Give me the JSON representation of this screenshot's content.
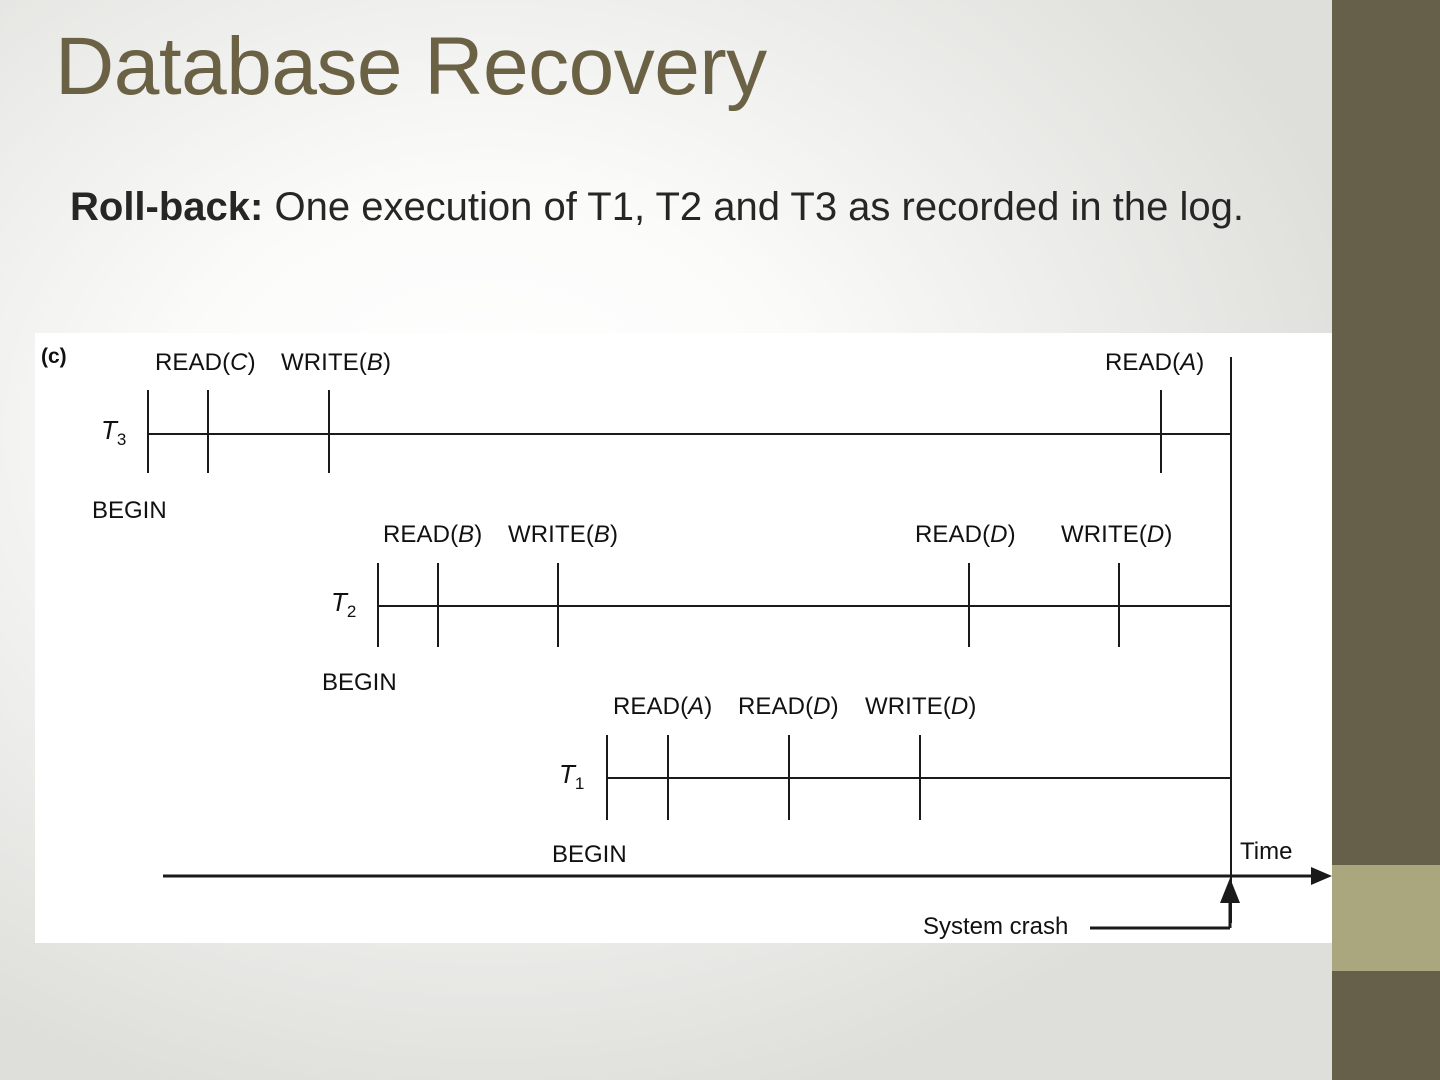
{
  "slide": {
    "title": "Database Recovery",
    "body_lead": "Roll-back:",
    "body_rest": " One execution of T1, T2 and T3 as recorded in the log.",
    "title_color": "#6B6246",
    "body_color": "#262626",
    "accent_dark": "#665F49",
    "accent_light": "#AAA67E"
  },
  "figure": {
    "part_label": "(c)",
    "time_axis_label": "Time",
    "crash_label": "System crash",
    "begin_label": "BEGIN",
    "transactions": [
      {
        "name": "T",
        "subscript": "3",
        "label_full": "T3",
        "begin": "BEGIN",
        "operations": [
          {
            "op": "READ",
            "arg": "C",
            "text": "READ(C)"
          },
          {
            "op": "WRITE",
            "arg": "B",
            "text": "WRITE(B)"
          },
          {
            "op": "READ",
            "arg": "A",
            "text": "READ(A)"
          }
        ]
      },
      {
        "name": "T",
        "subscript": "2",
        "label_full": "T2",
        "begin": "BEGIN",
        "operations": [
          {
            "op": "READ",
            "arg": "B",
            "text": "READ(B)"
          },
          {
            "op": "WRITE",
            "arg": "B",
            "text": "WRITE(B)"
          },
          {
            "op": "READ",
            "arg": "D",
            "text": "READ(D)"
          },
          {
            "op": "WRITE",
            "arg": "D",
            "text": "WRITE(D)"
          }
        ]
      },
      {
        "name": "T",
        "subscript": "1",
        "label_full": "T1",
        "begin": "BEGIN",
        "operations": [
          {
            "op": "READ",
            "arg": "A",
            "text": "READ(A)"
          },
          {
            "op": "READ",
            "arg": "D",
            "text": "READ(D)"
          },
          {
            "op": "WRITE",
            "arg": "D",
            "text": "WRITE(D)"
          }
        ]
      }
    ]
  }
}
